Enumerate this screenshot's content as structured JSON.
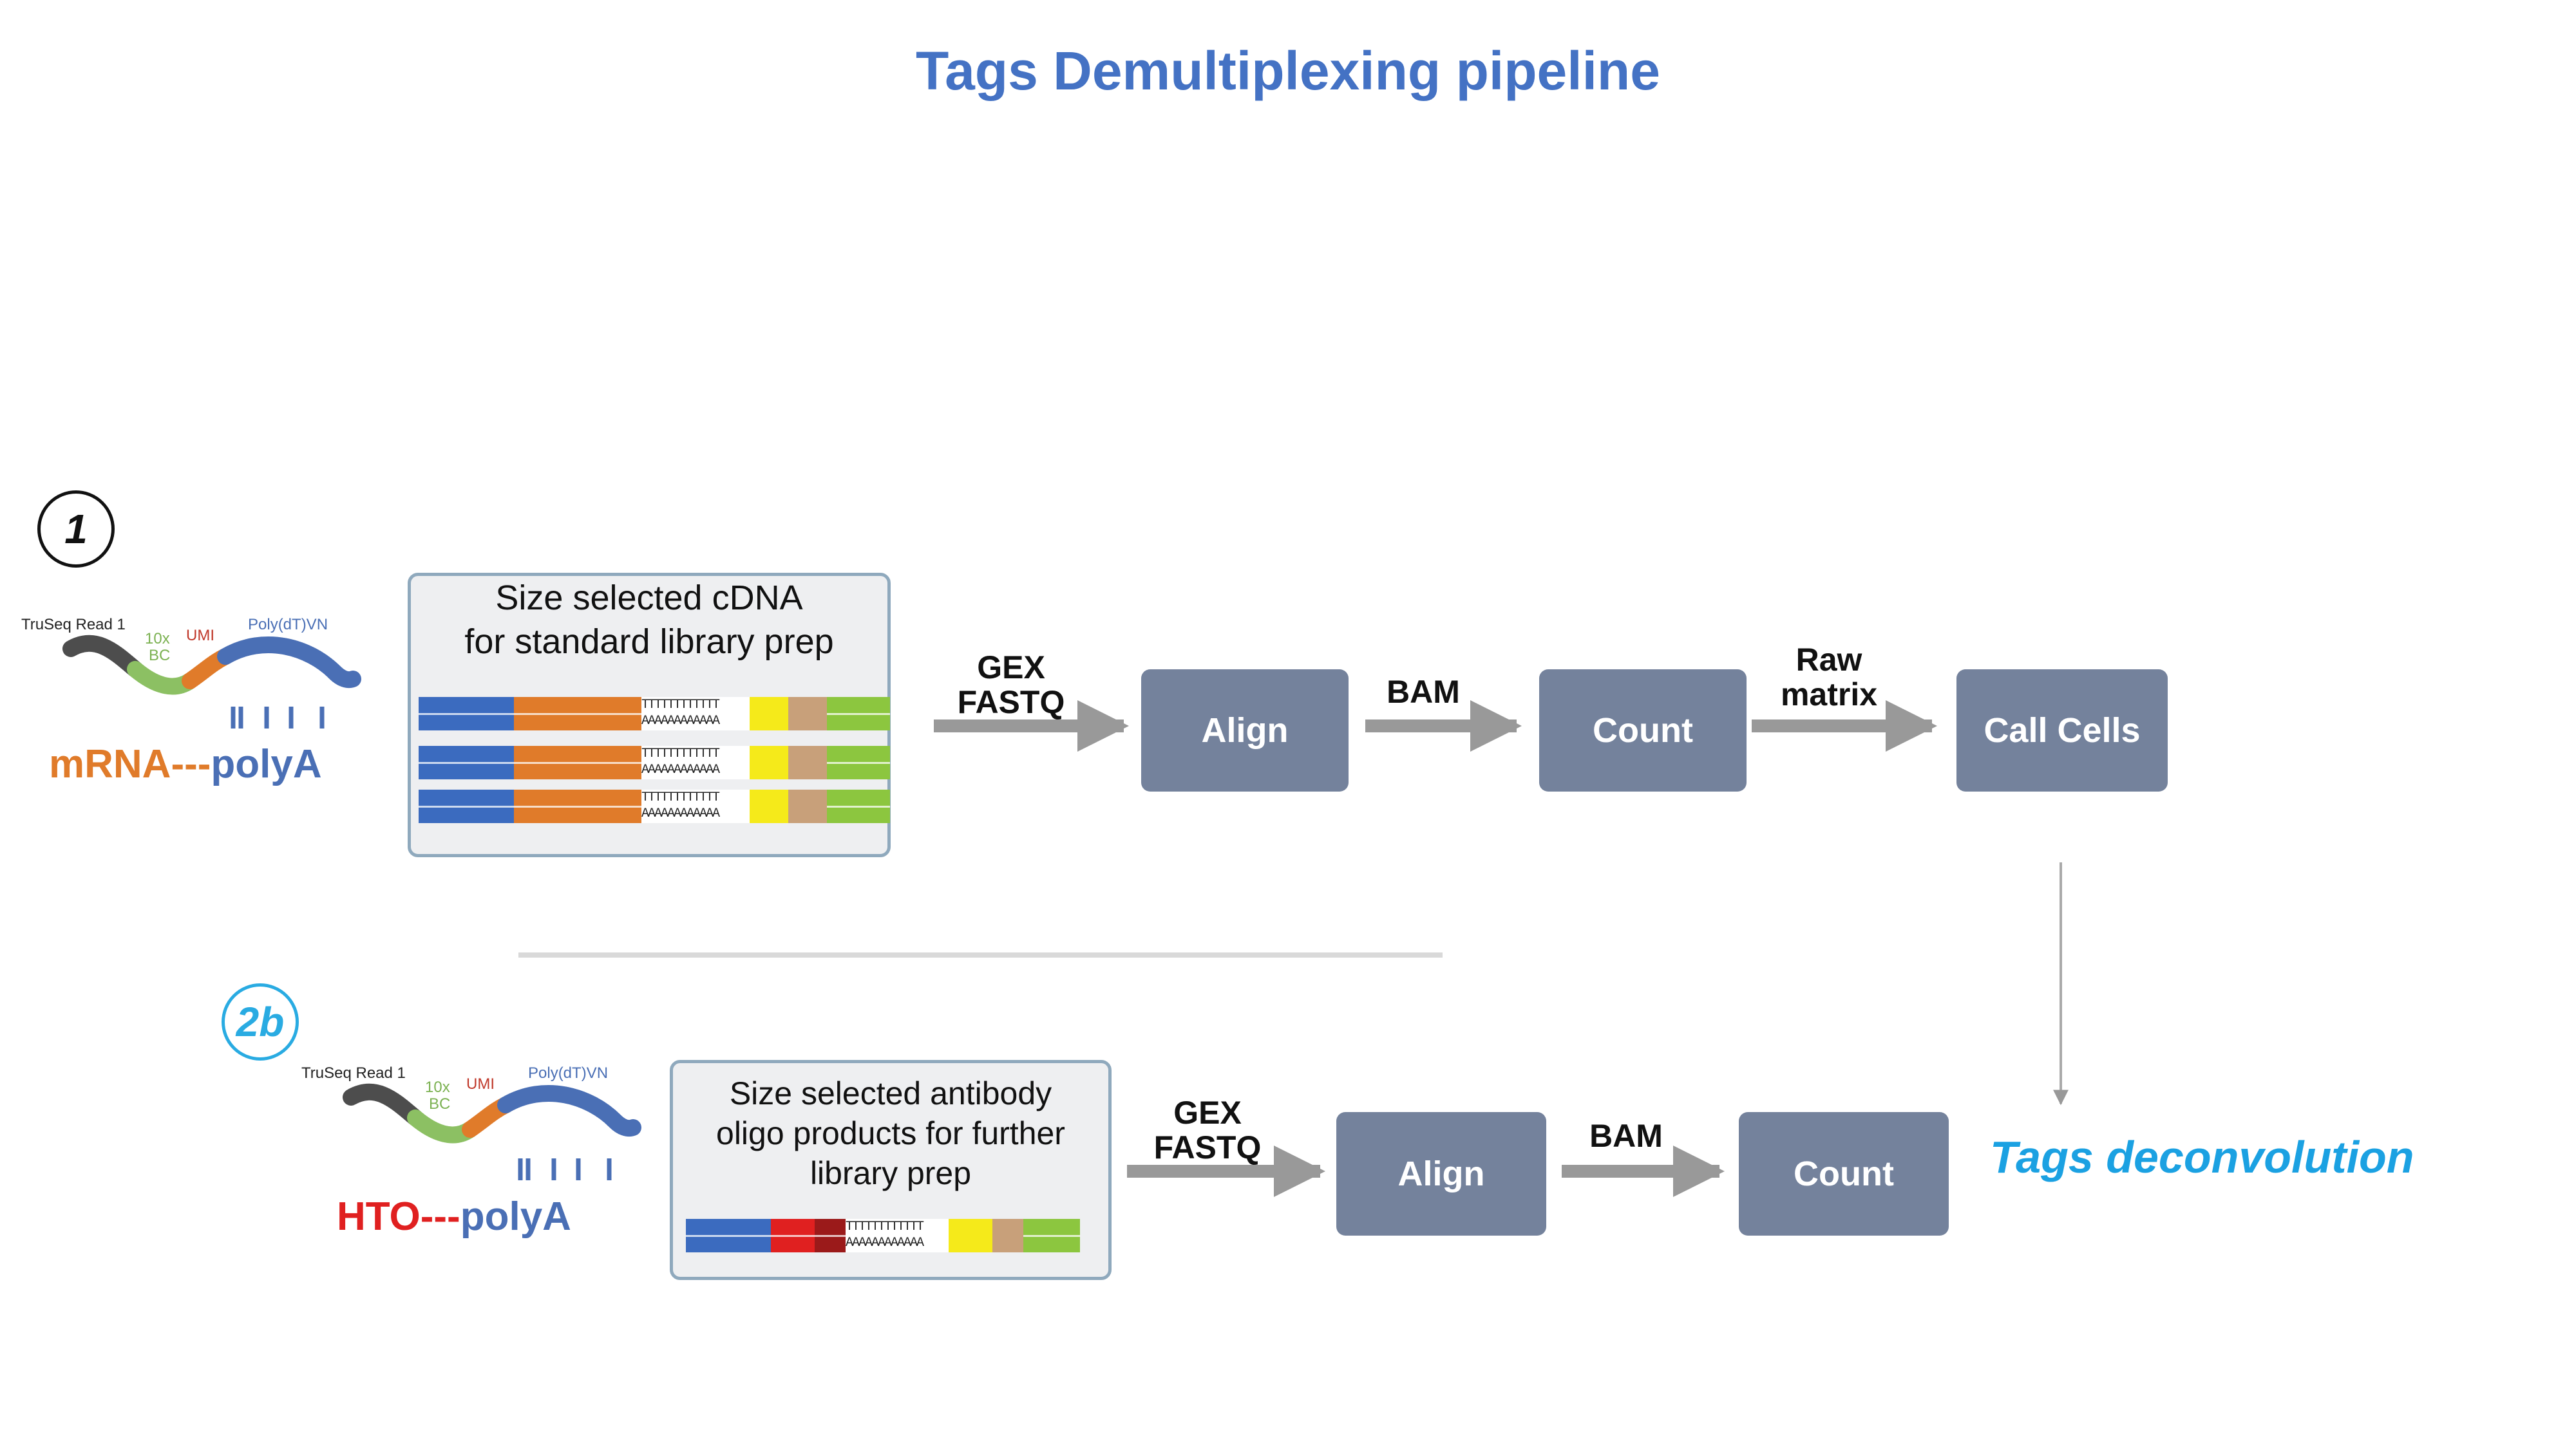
{
  "title": "Tags Demultiplexing pipeline",
  "colors": {
    "title": "#4472c4",
    "process_box": "#74829c",
    "arrow": "#999999",
    "mrna": "#e07b2a",
    "hto": "#e02020",
    "polyA": "#4a6fb5",
    "step2_accent": "#29abe2",
    "tags_deconvolution": "#1ba1e2"
  },
  "steps": {
    "step1": "1",
    "step2": "2b"
  },
  "molecule_labels": {
    "truseq": "TruSeq Read 1",
    "bc_10x": "10x",
    "bc": "BC",
    "umi": "UMI",
    "polydt": "Poly(dT)VN"
  },
  "row1": {
    "molecule_prefix": "mRNA",
    "molecule_sep": "---",
    "molecule_suffix": "polyA",
    "cdna_box_line1": "Size selected cDNA",
    "cdna_box_line2": "for standard library prep",
    "fragment_t_text": "TTTTTTTTTTTT",
    "fragment_a_text": "AAAAAAAAAAAA",
    "arrow1_line1": "GEX",
    "arrow1_line2": "FASTQ",
    "align": "Align",
    "arrow2": "BAM",
    "count": "Count",
    "arrow3_line1": "Raw",
    "arrow3_line2": "matrix",
    "call_cells": "Call Cells"
  },
  "row2": {
    "molecule_prefix": "HTO",
    "molecule_sep": "---",
    "molecule_suffix": "polyA",
    "box_line1": "Size selected antibody",
    "box_line2": "oligo products for further",
    "box_line3": "library prep",
    "fragment_t_text": "TTTTTTTTTTTT",
    "fragment_a_text": "AAAAAAAAAAAA",
    "arrow1_line1": "GEX",
    "arrow1_line2": "FASTQ",
    "align": "Align",
    "arrow2": "BAM",
    "count": "Count"
  },
  "tags_deconvolution": "Tags deconvolution"
}
